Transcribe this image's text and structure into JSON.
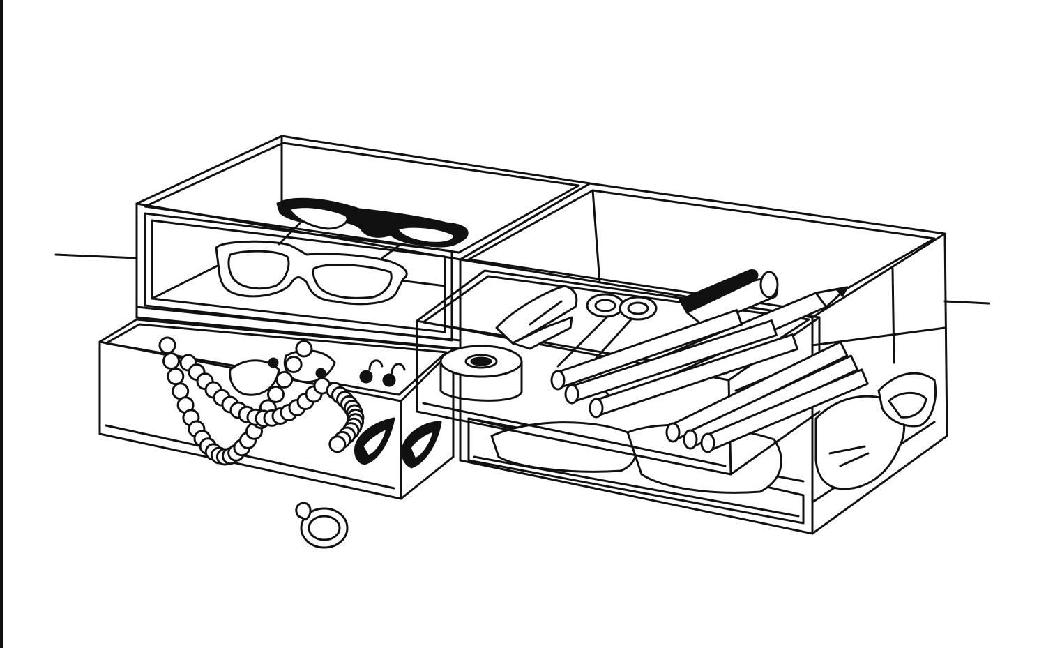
{
  "illustration": {
    "subject": "clear-acrylic-drawer-organizer",
    "colors": {
      "ink": "#111111",
      "background": "#ffffff"
    },
    "drawers": [
      {
        "name": "top-left",
        "state": "closed",
        "contents": [
          "black-cat-eye-glasses",
          "white-rectangle-glasses"
        ]
      },
      {
        "name": "bottom-left",
        "state": "open",
        "contents": [
          "pearl-necklace",
          "drop-earrings",
          "stud-earrings",
          "patterned-earrings"
        ]
      },
      {
        "name": "right-front",
        "state": "open",
        "contents": [
          "tape-roll",
          "stapler",
          "scissors",
          "marker",
          "pencil",
          "pens"
        ]
      },
      {
        "name": "right-back",
        "state": "closed",
        "contents": [
          "folded-cloth"
        ]
      }
    ],
    "loose_items": [
      "ring"
    ]
  }
}
